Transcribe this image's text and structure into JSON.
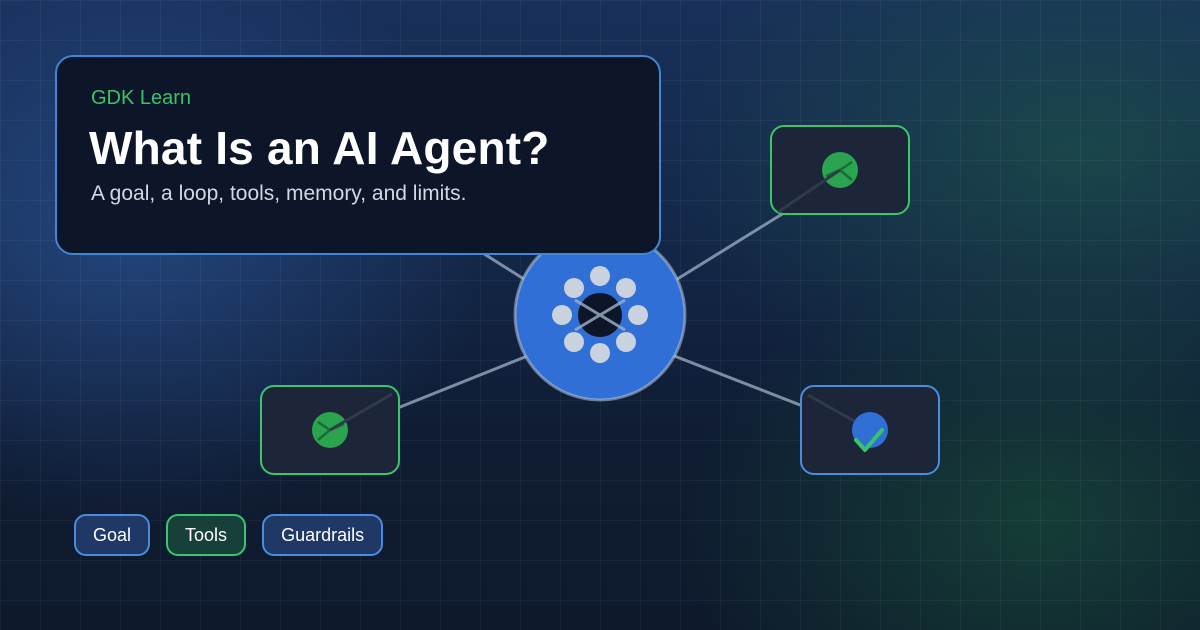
{
  "header": {
    "brand": "GDK Learn",
    "title": "What Is an AI Agent?",
    "subtitle": "A goal, a loop, tools, memory, and limits."
  },
  "chips": [
    {
      "label": "Goal",
      "variant": "blue"
    },
    {
      "label": "Tools",
      "variant": "green"
    },
    {
      "label": "Guardrails",
      "variant": "blue"
    }
  ],
  "diagram": {
    "hub_icon": "agent-loop-icon",
    "nodes": [
      {
        "name": "top-right",
        "border_color": "#3bc56d",
        "icon": "green-dot-icon"
      },
      {
        "name": "bottom-left",
        "border_color": "#3bc56d",
        "icon": "green-dot-icon"
      },
      {
        "name": "bottom-right",
        "border_color": "#4a8ddc",
        "icon": "blue-check-icon"
      }
    ]
  },
  "colors": {
    "accent_green": "#36c46b",
    "accent_blue": "#3f86d4",
    "hub_blue": "#2f6fd6",
    "card_bg": "#0d1628"
  }
}
